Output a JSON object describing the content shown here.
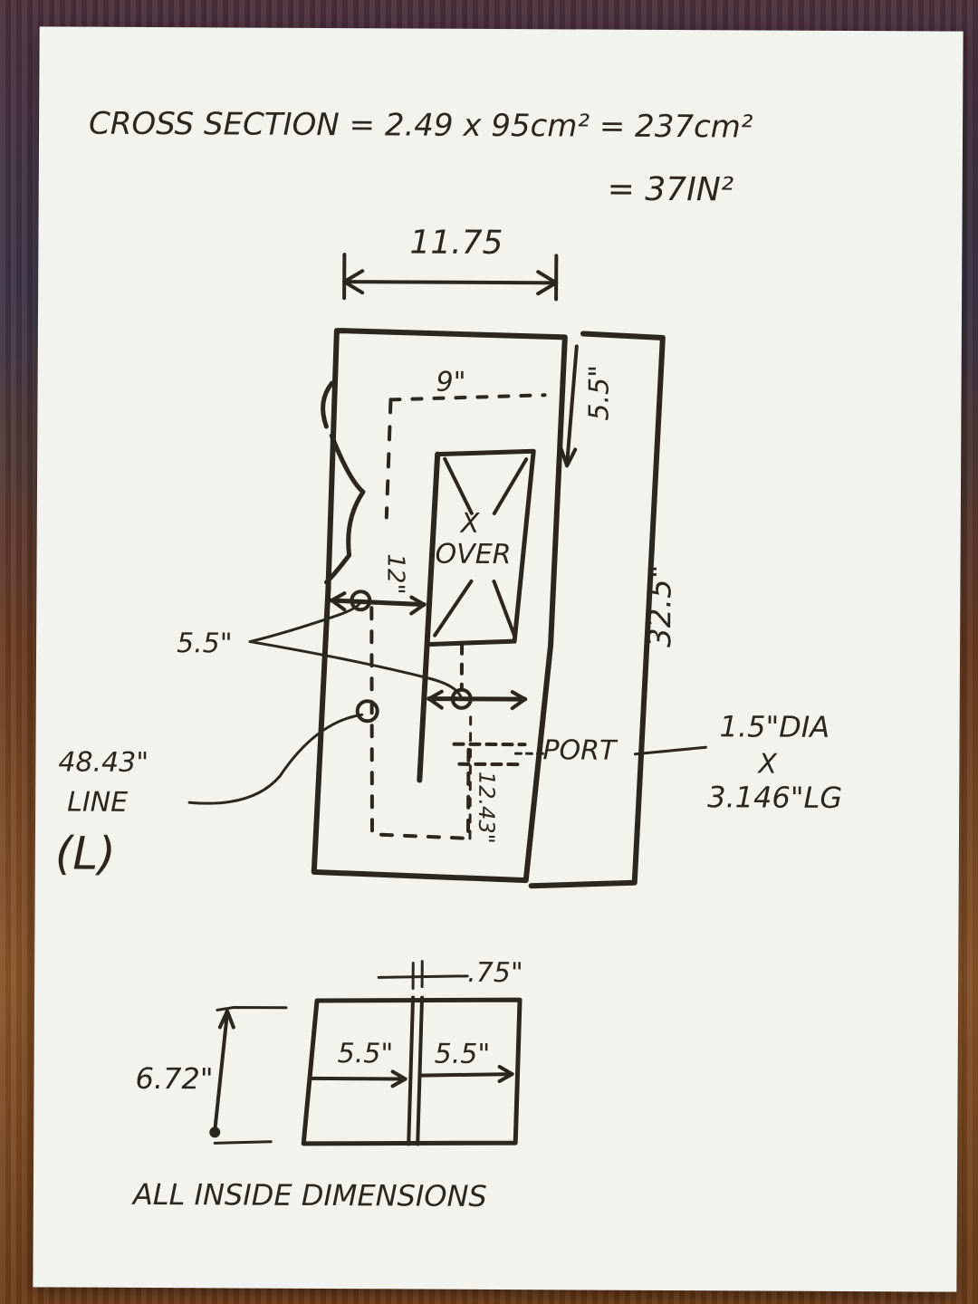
{
  "sheet": {
    "header_line1": "CROSS SECTION = 2.49 x 95cm² = 237cm²",
    "header_line2": "= 37IN²",
    "footer": "ALL INSIDE DIMENSIONS"
  },
  "main_view": {
    "width_dim": "11.75",
    "inner_top_dim": "9\"",
    "top_right_dim": "5.5\"",
    "height_dim": "32.5\"",
    "left_inner_dim": "12\"",
    "over_x": "X",
    "over_label": "OVER",
    "left_width_dim": "5.5\"",
    "port_label": "PORT",
    "port_height_dim": "12.43\"",
    "port_spec_1": "1.5\"DIA",
    "port_spec_x": "X",
    "port_spec_2": "3.146\"LG",
    "line_length": "48.43\"",
    "line_label": "LINE",
    "line_symbol": "(L)"
  },
  "section_view": {
    "divider_dim": ".75\"",
    "height_dim": "6.72\"",
    "left_cell_dim": "5.5\"",
    "right_cell_dim": "5.5\""
  }
}
